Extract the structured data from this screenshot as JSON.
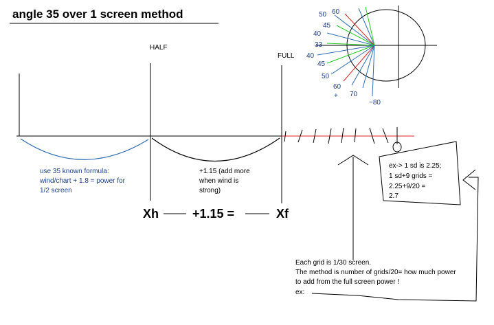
{
  "title": "angle 35 over 1 screen method",
  "labels": {
    "half": "HALF",
    "full": "FULL"
  },
  "angle_chart": {
    "upper_labels": [
      "50",
      "60",
      "45",
      "40",
      "33"
    ],
    "lower_labels": [
      "40",
      "45",
      "50",
      "60",
      "+",
      "70",
      "~80"
    ]
  },
  "left_note": [
    "use 35 known formula:",
    "wind/chart + 1.8 = power for",
    "1/2 screen"
  ],
  "middle_note": [
    "+1.15 (add more",
    "when wind is",
    "strong)"
  ],
  "equation": {
    "xh": "Xh",
    "plus": "+1.15 =",
    "xf": "Xf"
  },
  "example_box": [
    "ex-> 1 sd is 2.25;",
    "1 sd+9 grids =",
    "2.25+9/20 =",
    "2.7"
  ],
  "bottom_note": [
    "Each grid is 1/30 screen.",
    "The method is number of grids/20= how much power",
    "to add from the full screen power !",
    "ex:"
  ],
  "colors": {
    "blue_text": "#1a3f8c",
    "red_line": "#e02020",
    "green_line": "#22cc22",
    "blue_curve": "#2f6db5"
  }
}
